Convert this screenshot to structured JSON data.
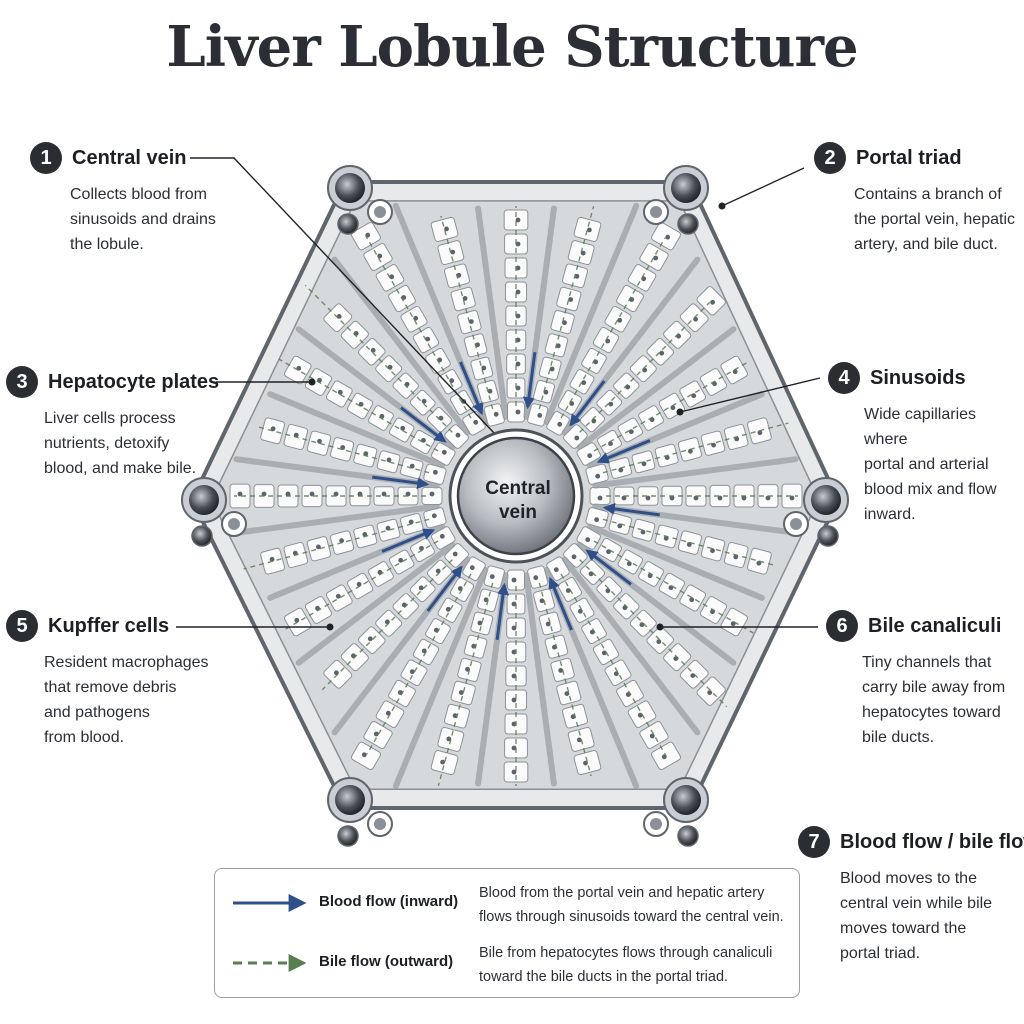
{
  "title": "Liver Lobule Structure",
  "central_vein_text": [
    "Central",
    "vein"
  ],
  "callouts": [
    {
      "number": "1",
      "label": "Central vein",
      "desc": [
        "Collects blood from",
        "sinusoids and drains",
        "the lobule."
      ]
    },
    {
      "number": "2",
      "label": "Portal triad",
      "desc": [
        "Contains a branch of",
        "the portal vein, hepatic",
        "artery, and bile duct."
      ]
    },
    {
      "number": "3",
      "label": "Hepatocyte plates",
      "desc": [
        "Liver cells process",
        "nutrients, detoxify",
        "blood, and make bile."
      ]
    },
    {
      "number": "4",
      "label": "Sinusoids",
      "desc": [
        "Wide capillaries where",
        "portal and arterial",
        "blood mix and flow",
        "inward."
      ]
    },
    {
      "number": "5",
      "label": "Kupffer cells",
      "desc": [
        "Resident macrophages",
        "that remove debris",
        "and pathogens",
        "from blood."
      ]
    },
    {
      "number": "6",
      "label": "Bile canaliculi",
      "desc": [
        "Tiny channels that",
        "carry bile away from",
        "hepatocytes toward",
        "bile ducts."
      ]
    },
    {
      "number": "7",
      "label": "Blood flow / bile flow",
      "desc": [
        "Blood moves to the",
        "central vein while bile",
        "moves toward the",
        "portal triad."
      ]
    }
  ],
  "legend": [
    {
      "name": "Blood flow (inward)",
      "desc": [
        "Blood from the portal vein and hepatic artery",
        "flows through sinusoids toward the central vein."
      ],
      "color": "#2f4f8a",
      "style": "solid"
    },
    {
      "name": "Bile flow (outward)",
      "desc": [
        "Bile from hepatocytes flows through canaliculi",
        "toward the bile ducts in the portal triad."
      ],
      "color": "#5b7d52",
      "style": "dashed"
    }
  ],
  "colors": {
    "blood": "#2f4f8a",
    "bile": "#5b7d52",
    "badge": "#2a2d31",
    "outline": "#5f656c"
  }
}
